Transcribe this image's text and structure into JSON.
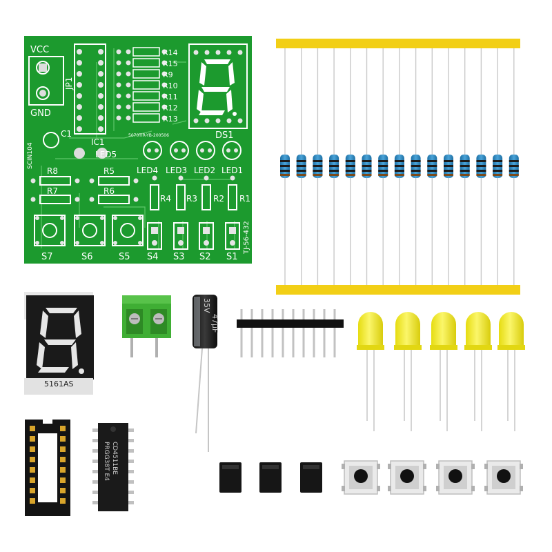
{
  "pcb": {
    "vcc": "VCC",
    "gnd": "GND",
    "jp1": "JP1",
    "c1": "C1",
    "ic1": "IC1",
    "led5": "LED5",
    "ds1": "DS1",
    "r14": "R14",
    "r15": "R15",
    "r9": "R9",
    "r10": "R10",
    "r11": "R11",
    "r12": "R12",
    "r13": "R13",
    "r8": "R8",
    "r7": "R7",
    "r5": "R5",
    "r6": "R6",
    "led4": "LED4",
    "led3": "LED3",
    "led2": "LED2",
    "led1": "LED1",
    "r4": "R4",
    "r3": "R3",
    "r2": "R2",
    "r1": "R1",
    "s7": "S7",
    "s6": "S6",
    "s5": "S5",
    "s4": "S4",
    "s3": "S3",
    "s2": "S2",
    "s1": "S1",
    "code": "TJ-56-432",
    "side": "SCIN104",
    "fine": "5070TIR-YB-200506"
  },
  "capacitor": {
    "voltage": "35V",
    "value": "47μF"
  },
  "segment_display": {
    "part": "5161AS"
  },
  "ic_chip": {
    "line1": "PRGG38T E4",
    "line2": "CD4511BE"
  },
  "colors": {
    "pcb_green": "#1c9a2e",
    "resistor_tape": "#f2cf16",
    "led_yellow": "#f4ee1e",
    "terminal_green": "#3fae34"
  }
}
